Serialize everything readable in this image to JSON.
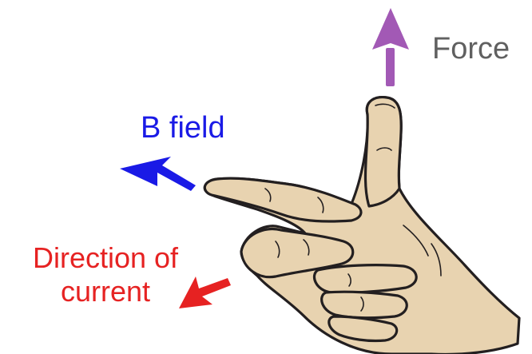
{
  "labels": {
    "force": "Force",
    "b_field": "B field",
    "current_line1": "Direction of",
    "current_line2": "current"
  },
  "colors": {
    "force": "#a259b5",
    "force_text": "#606060",
    "b_field": "#1a1ae6",
    "current": "#e62222",
    "skin": "#e8d3b0",
    "outline": "#231f20"
  },
  "icons": {
    "hand": "right-hand-rule-hand",
    "force_arrow": "arrow-up-icon",
    "b_field_arrow": "arrow-left-icon",
    "current_arrow": "arrow-down-left-icon"
  }
}
